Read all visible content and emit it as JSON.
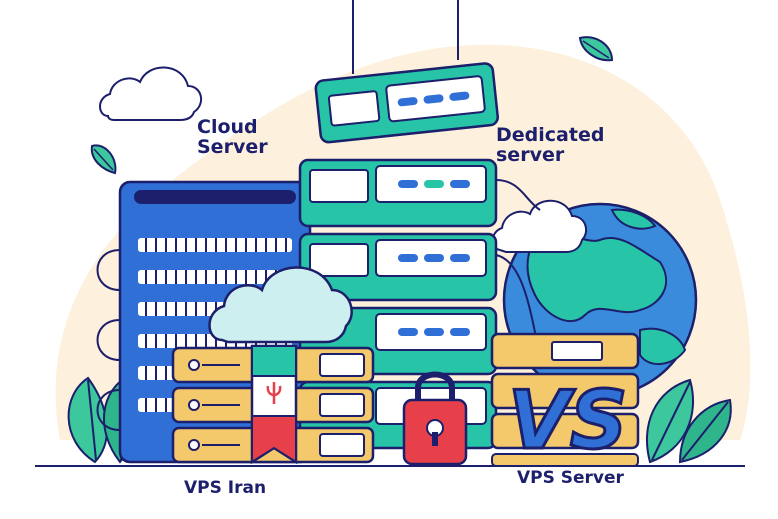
{
  "labels": {
    "cloud_line1": "Cloud",
    "cloud_line2": "Server",
    "dedicated_line1": "Dedicated",
    "dedicated_line2": "server",
    "vps_iran": "VPS Iran",
    "vps_server": "VPS Server",
    "vs_mark": "VS"
  },
  "colors": {
    "navy": "#1c1f6b",
    "teal": "#27c4a8",
    "blue": "#2f6fd6",
    "gold": "#f3c96b",
    "red": "#e8404a",
    "blob": "#fdf0dc",
    "leaf": "#3cc79d"
  },
  "icons": [
    "cloud-icon",
    "leaf-icon",
    "padlock-icon",
    "globe-icon",
    "iran-flag-icon",
    "server-rack-icon"
  ]
}
